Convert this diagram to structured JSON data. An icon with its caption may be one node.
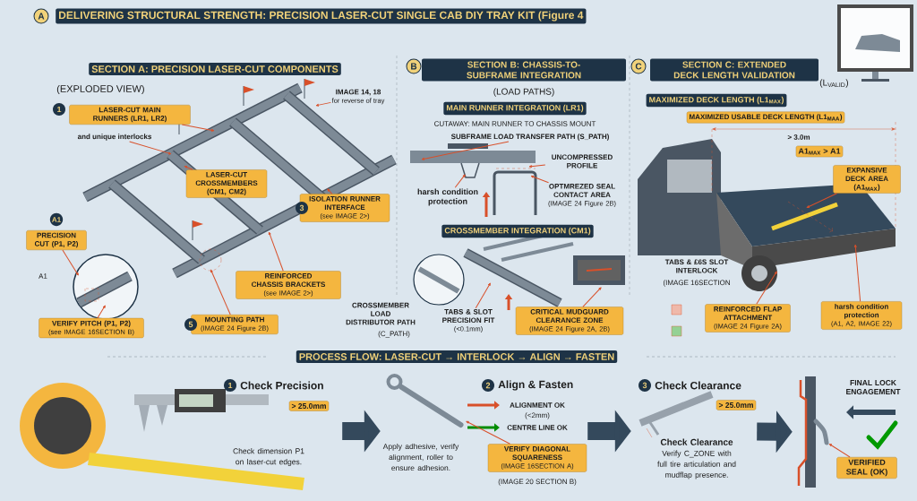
{
  "diagram": {
    "title": "DELIVERING STRUCTURAL STRENGTH: PRECISION LASER-CUT SINGLE CAB DIY TRAY KIT (Figure 4",
    "nodes": [
      {
        "text": [
          "SECTION A: PRECISION LASER-CUT COMPONENTS"
        ],
        "beside": [
          "(EXPLODED VIEW)"
        ]
      },
      {
        "text": [
          "LASER-CUT MAIN RUNNERS (LR1, LR2)"
        ]
      },
      {
        "text": [
          "and unique interlocks"
        ]
      },
      {
        "text": [
          "IMAGE 14, 18",
          "for reverse of tray"
        ]
      },
      {
        "text": [
          "LASER-CUT CROSSMEMBERS (CM1, CM2)"
        ]
      },
      {
        "text": [
          "ISOLATION RUNNER INTERFACE",
          "(see IMAGE 2>)"
        ]
      },
      {
        "text": [
          "PRECISION CUT (P1, P2)"
        ]
      },
      {
        "text": [
          "REINFORCED CHASSIS BRACKETS",
          "(see IMAGE 2>)"
        ]
      },
      {
        "text": [
          "VERIFY PITCH (P1, P2)",
          "(see IMAGE 16SECTION B)"
        ]
      },
      {
        "text": [
          "MOUNTING PATH",
          "(IMAGE 24 Figure 2B)"
        ]
      },
      {
        "text": [
          "SECTION B: CHASSIS-TO-SUBFRAME INTEGRATION"
        ],
        "beside": [
          "(LOAD PATHS)"
        ]
      },
      {
        "text": [
          "MAIN RUNNER INTEGRATION (LR1)"
        ]
      },
      {
        "text": [
          "SUBFRAME LOAD TRANSFER PATH (S_PATH)"
        ]
      },
      {
        "text": [
          "UNCOMPRESSED PROFILE"
        ]
      },
      {
        "text": [
          "OPTMREZED SEAL CONTACT AREA",
          "(IMAGE 24 Figure 2B)"
        ]
      },
      {
        "text": [
          "harsh condition protection"
        ]
      },
      {
        "text": [
          "CROSSMEMBER INTEGRATION (CM1)"
        ]
      },
      {
        "text": [
          "TABS & SLOT PRECISION FIT",
          "(<0.1mm)"
        ]
      },
      {
        "text": [
          "CRITICAL MUDGUARD CLEARANCE ZONE",
          "(IMAGE 24 Figure 2A, 2B)"
        ]
      },
      {
        "text": [
          "SECTION C: EXTENDED DECK LENGTH VALIDATION"
        ],
        "beside": [
          "(L$_{VALID}$)"
        ]
      },
      {
        "text": [
          "MAXIMIZED DECK LENGTH (L1$_{MAX}$)"
        ]
      },
      {
        "text": [
          "MAXIMIZED USABLE DECK LENGTH (L1$_{MAA}$)"
        ]
      },
      {
        "text": [
          "A1$_{MAX}$ > A1"
        ]
      },
      {
        "text": [
          "EXPANSIVE DECK AREA (A1$_{MAX}$)"
        ]
      },
      {
        "text": [
          "REINFORCED FLAP ATTACHMENT",
          "(IMAGE 24 Figure 2A)"
        ]
      },
      {
        "text": [
          "harsh condition protection",
          "(A1, A2, IMAGE 22)"
        ]
      },
      {
        "text": [
          "PROCESS FLOW: LASER-CUT → INTERLOCK → ALIGN → FASTEN"
        ]
      },
      {
        "text": [
          "Check Precision",
          "Check dimension P1 on laser-cut edges."
        ]
      },
      {
        "text": [
          "Align & Fasten",
          "Apply adhesive, verify alignment, roller to ensure adhesion."
        ]
      },
      {
        "text": [
          "Check Clearance",
          "Check Clearance",
          "Verify C_ZONE with full tire articulation and mudflap presence."
        ]
      },
      {
        "text": [],
        "shape": "picture"
      },
      {
        "text": [
          "VERIFIED SEAL (OK)"
        ]
      },
      {
        "text": [
          "VERIFY DIAGONAL SQUARENESS",
          "(IMAGE 16SECTION A)"
        ],
        "beside": [
          "(IMAGE 20 SECTION B)"
        ],
        "in": 28
      },
      {
        "text": [],
        "shape": "picture",
        "in": 28
      }
    ],
    "edges": [
      {
        "from": 1,
        "to": null,
        "arrow": "to"
      },
      {
        "from": 2,
        "to": null,
        "arrow": "to"
      },
      {
        "from": 3,
        "to": null,
        "arrow": "to"
      },
      {
        "from": 4,
        "to": null,
        "arrow": "to"
      },
      {
        "from": 5,
        "to": null,
        "arrow": "to"
      },
      {
        "from": 6,
        "to": null,
        "arrow": "to"
      },
      {
        "from": 7,
        "to": null,
        "arrow": "to"
      },
      {
        "from": 8,
        "to": null,
        "arrow": "to"
      },
      {
        "from": 9,
        "to": null,
        "arrow": "to"
      },
      {
        "from": 12,
        "to": null,
        "arrow": "to"
      },
      {
        "from": 13,
        "to": null,
        "arrow": "to"
      },
      {
        "from": 14,
        "to": null,
        "arrow": "to"
      },
      {
        "from": 15,
        "to": null,
        "arrow": "to"
      },
      {
        "from": 17,
        "to": null,
        "arrow": "to"
      },
      {
        "from": 18,
        "to": null,
        "arrow": "to"
      },
      {
        "from": 23,
        "to": null,
        "arrow": "to"
      },
      {
        "from": 24,
        "to": null,
        "arrow": "to"
      },
      {
        "from": 25,
        "to": null,
        "arrow": "to"
      },
      {
        "from": 27,
        "to": 28,
        "arrow": "to",
        "style": "thick",
        "color": "#34495c"
      },
      {
        "from": 28,
        "to": 29,
        "arrow": "to",
        "style": "thick",
        "color": "#34495c"
      },
      {
        "from": 29,
        "to": 30,
        "arrow": "to",
        "style": "thick",
        "color": "#34495c"
      },
      {
        "from": 31,
        "to": 30,
        "arrow": "to"
      },
      {
        "from": 32,
        "to": 33,
        "arrow": "to"
      }
    ],
    "labels": [
      "A",
      "1",
      "A1",
      "A1",
      "3",
      "5",
      "B",
      "CUTAWAY: MAIN RUNNER TO CHASSIS MOUNT",
      "CROSSMEMBER LOAD DISTRIBUTOR PATH",
      "(C_PATH)",
      "C",
      "> 3.0m",
      "TABS & £6S SLOT INTERLOCK",
      "(IMAGE 16SECTION",
      "1",
      "> 25.0mm",
      "2",
      "ALIGNMENT OK",
      "(<2mm)",
      "CENTRE LINE OK",
      "3",
      "> 25.0mm",
      "FINAL LOCK ENGAGEMENT"
    ]
  }
}
